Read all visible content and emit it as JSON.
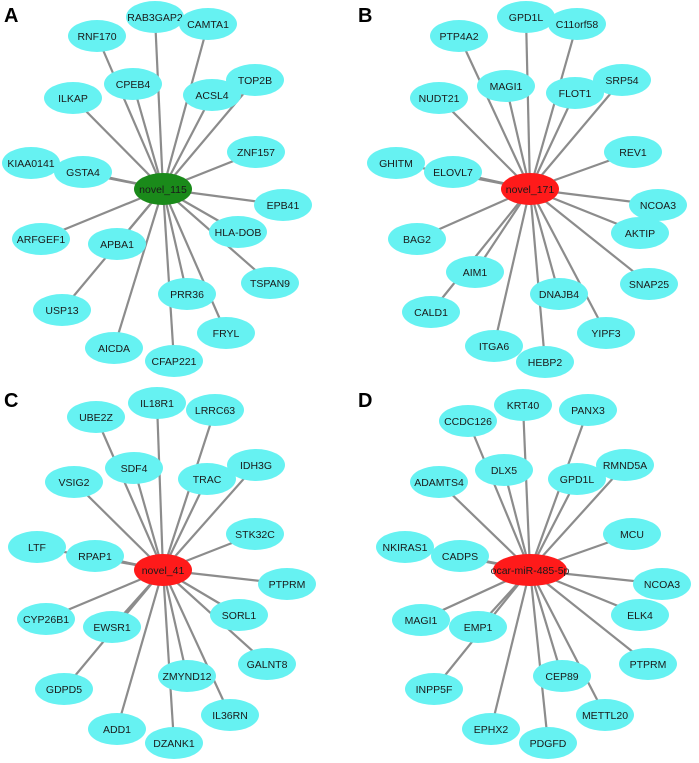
{
  "colors": {
    "leaf": "#66f2f2",
    "hub_green": "#1a8a1a",
    "hub_red": "#ff1a1a",
    "edge": "#8c8c8c"
  },
  "panels": [
    {
      "label": "A",
      "hub": {
        "name": "novel_115",
        "color": "#1a8a1a"
      },
      "targets": [
        "RNF170",
        "RAB3GAP2",
        "CAMTA1",
        "CPEB4",
        "ACSL4",
        "TOP2B",
        "ILKAP",
        "ZNF157",
        "KIAA0141",
        "GSTA4",
        "EPB41",
        "ARFGEF1",
        "HLA-DOB",
        "APBA1",
        "PRR36",
        "TSPAN9",
        "USP13",
        "FRYL",
        "AICDA",
        "CFAP221"
      ]
    },
    {
      "label": "B",
      "hub": {
        "name": "novel_171",
        "color": "#ff1a1a"
      },
      "targets": [
        "PTP4A2",
        "GPD1L",
        "C11orf58",
        "MAGI1",
        "FLOT1",
        "SRP54",
        "NUDT21",
        "REV1",
        "GHITM",
        "ELOVL7",
        "NCOA3",
        "BAG2",
        "AKTIP",
        "AIM1",
        "DNAJB4",
        "SNAP25",
        "CALD1",
        "YIPF3",
        "ITGA6",
        "HEBP2"
      ]
    },
    {
      "label": "C",
      "hub": {
        "name": "novel_41",
        "color": "#ff1a1a"
      },
      "targets": [
        "UBE2Z",
        "IL18R1",
        "LRRC63",
        "SDF4",
        "TRAC",
        "IDH3G",
        "VSIG2",
        "STK32C",
        "LTF",
        "RPAP1",
        "PTPRM",
        "CYP26B1",
        "SORL1",
        "EWSR1",
        "ZMYND12",
        "GALNT8",
        "GDPD5",
        "IL36RN",
        "ADD1",
        "DZANK1"
      ]
    },
    {
      "label": "D",
      "hub": {
        "name": "ocar-miR-485-5p",
        "color": "#ff1a1a"
      },
      "targets": [
        "KRT40",
        "CCDC126",
        "PANX3",
        "DLX5",
        "RMND5A",
        "GPD1L",
        "ADAMTS4",
        "MCU",
        "NKIRAS1",
        "CADPS",
        "NCOA3",
        "ELK4",
        "MAGI1",
        "EMP1",
        "PTPRM",
        "CEP89",
        "INPP5F",
        "METTL20",
        "EPHX2",
        "PDGFD"
      ]
    }
  ]
}
